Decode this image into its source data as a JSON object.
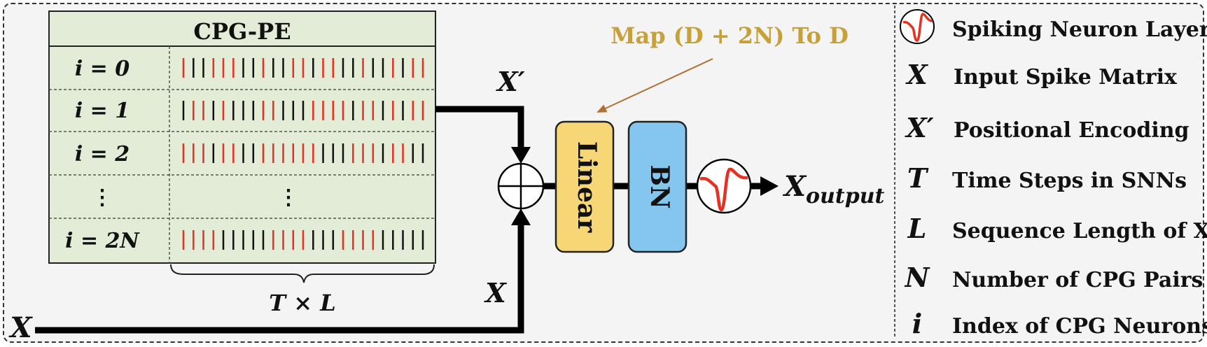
{
  "cpg_pe": {
    "title": "CPG-PE",
    "rows": [
      {
        "label": "i = 0",
        "spikes": "RBBRRRBBRBBRRBRRBBRBBRBRR"
      },
      {
        "label": "i = 1",
        "spikes": "BRRBRBBBRRBBBRRRRBRRBRBRR"
      },
      {
        "label": "i = 2",
        "spikes": "RRRBRRBBRRRRRRBBBRRRBRRBB"
      },
      {
        "label": "⋮",
        "spikes": ""
      },
      {
        "label": "i = 2N",
        "spikes": "RRRRBBBBBRRRRBBBRRRRBBBBB"
      }
    ],
    "ellipsis": "⋮",
    "brace_label": "T × L"
  },
  "signals": {
    "x_prime": "X′",
    "x_left": "X",
    "x_vertical": "X",
    "output_main": "X",
    "output_sub": "output"
  },
  "annotation": "Map (D + 2N) To D",
  "blocks": {
    "linear": "Linear",
    "bn": "BN"
  },
  "legend": [
    {
      "symbol": "spike-icon",
      "text": "Spiking Neuron Layer"
    },
    {
      "symbol": "X",
      "text": "Input Spike Matrix"
    },
    {
      "symbol": "X′",
      "text": "Positional Encoding"
    },
    {
      "symbol": "T",
      "text": "Time Steps in SNNs"
    },
    {
      "symbol": "L",
      "text": "Sequence Length of X"
    },
    {
      "symbol": "N",
      "text": "Number of CPG Pairs"
    },
    {
      "symbol": "i",
      "text": "Index of CPG Neurons"
    }
  ],
  "colors": {
    "table_bg": "#e3ecd6",
    "spike_red": "#e53022",
    "spike_black": "#111111",
    "linear_fill": "#f7d675",
    "bn_fill": "#84c6ee",
    "annotation": "#c8a03a",
    "annotation_arrow": "#b07030"
  }
}
